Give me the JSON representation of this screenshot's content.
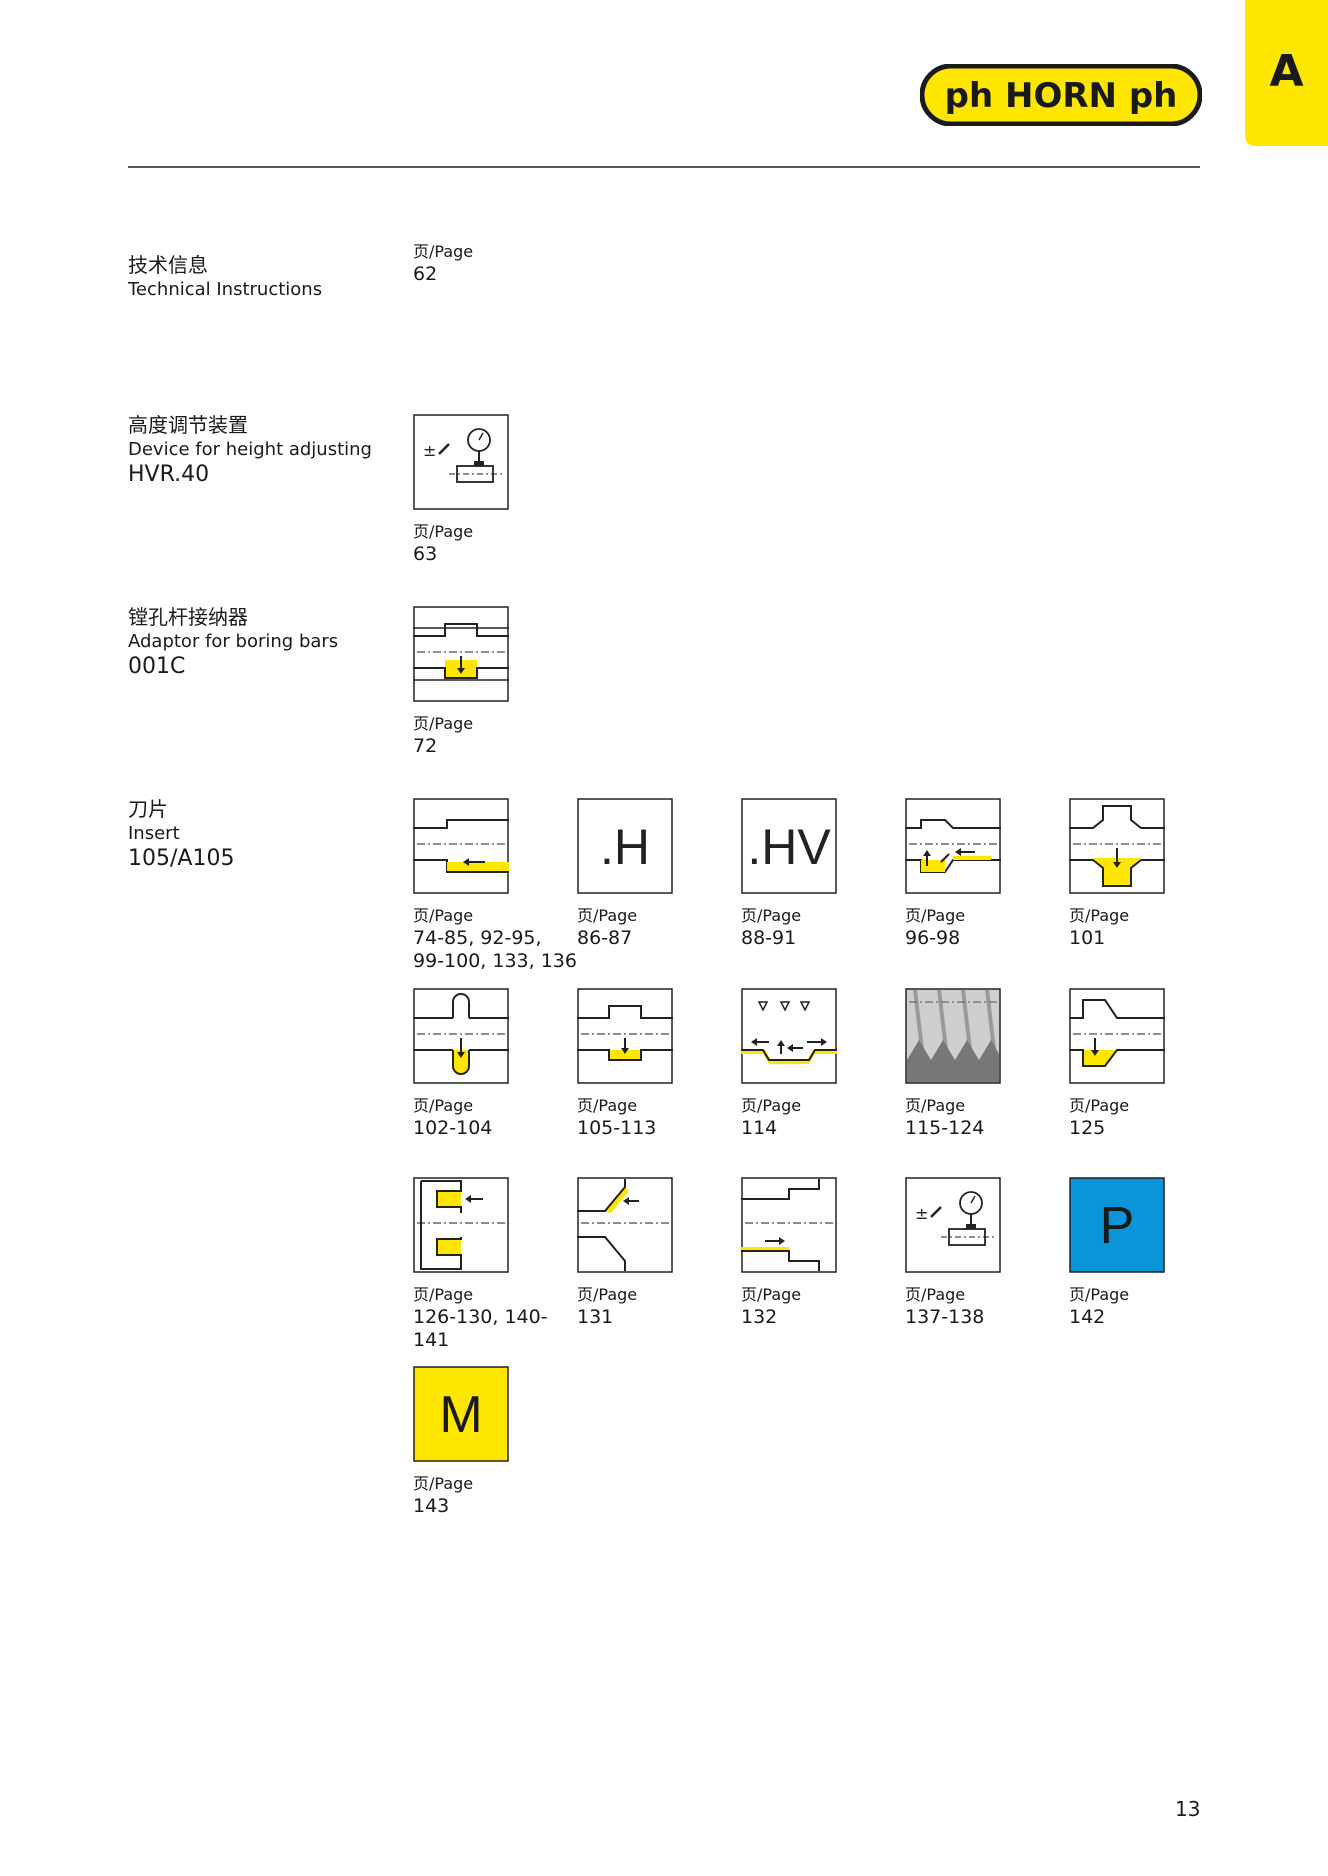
{
  "brand": {
    "logo_text": "ph HORN ph",
    "logo_color": "#ffe600",
    "section_tab": "A"
  },
  "page_label": "页/Page",
  "sections": [
    {
      "zh": "技术信息",
      "en": "Technical Instructions",
      "code": ""
    },
    {
      "zh": "高度调节装置",
      "en": "Device for height adjusting",
      "code": "HVR.40"
    },
    {
      "zh": "镗孔杆接纳器",
      "en": "Adaptor for boring bars",
      "code": "001C"
    },
    {
      "zh": "刀片",
      "en": "Insert",
      "code": "105/A105"
    }
  ],
  "items": [
    {
      "pages": "62",
      "icon": "none"
    },
    {
      "pages": "63",
      "icon": "height-gauge-icon"
    },
    {
      "pages": "72",
      "icon": "boring-adaptor-icon"
    },
    {
      "pages": "74-85, 92-95,\n99-100, 133, 136",
      "icon": "internal-turning-icon"
    },
    {
      "pages": "86-87",
      "icon": "text-h-icon",
      "text": ".H"
    },
    {
      "pages": "88-91",
      "icon": "text-hv-icon",
      "text": ".HV"
    },
    {
      "pages": "96-98",
      "icon": "back-boring-icon"
    },
    {
      "pages": "101",
      "icon": "deep-groove-icon"
    },
    {
      "pages": "102-104",
      "icon": "round-groove-icon"
    },
    {
      "pages": "105-113",
      "icon": "internal-grooving-icon"
    },
    {
      "pages": "114",
      "icon": "grooving-turning-icon"
    },
    {
      "pages": "115-124",
      "icon": "thread-icon"
    },
    {
      "pages": "125",
      "icon": "chamfer-groove-icon"
    },
    {
      "pages": "126-130, 140-\n141",
      "icon": "face-groove-icon"
    },
    {
      "pages": "131",
      "icon": "chamfer-icon"
    },
    {
      "pages": "132",
      "icon": "shoulder-icon"
    },
    {
      "pages": "137-138",
      "icon": "height-gauge-icon"
    },
    {
      "pages": "142",
      "icon": "p-grade-icon",
      "text": "P",
      "bg": "#0b95d8"
    },
    {
      "pages": "143",
      "icon": "m-grade-icon",
      "text": "M",
      "bg": "#ffe600"
    }
  ],
  "page_number": "13"
}
